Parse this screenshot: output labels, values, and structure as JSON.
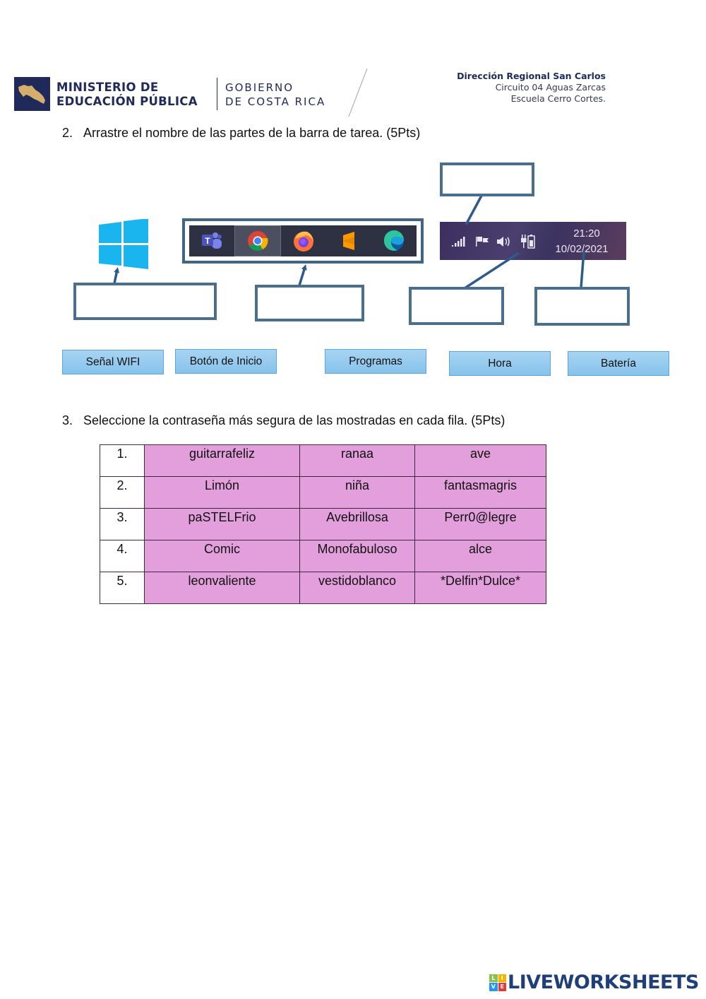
{
  "header": {
    "ministry_line1": "MINISTERIO DE",
    "ministry_line2": "EDUCACIÓN PÚBLICA",
    "government_line1": "GOBIERNO",
    "government_line2": "DE COSTA RICA",
    "region_title": "Dirección Regional San Carlos",
    "region_circuit": "Circuito 04 Aguas Zarcas",
    "region_school": "Escuela Cerro Cortes."
  },
  "question2": {
    "number": "2.",
    "text": "Arrastre el nombre de las partes de la barra de tarea. (5Pts)",
    "taskbar": {
      "apps": [
        "teams-icon",
        "chrome-icon",
        "firefox-icon",
        "sublime-icon",
        "edge-icon"
      ],
      "tray_icons": [
        "signal-icon",
        "flag-icon",
        "speaker-icon",
        "battery-icon"
      ],
      "time": "21:20",
      "date": "10/02/2021"
    },
    "drag_options": [
      {
        "label": "Señal WIFI"
      },
      {
        "label": "Botón de Inicio"
      },
      {
        "label": "Programas"
      },
      {
        "label": "Hora"
      },
      {
        "label": "Batería"
      }
    ],
    "colors": {
      "box_border": "#4a6f8e",
      "chip_fill": "#94c9ef",
      "windows_blue": "#1ab4ee"
    }
  },
  "question3": {
    "number": "3.",
    "text": "Seleccione la contraseña más segura de las mostradas en cada fila. (5Pts)",
    "rows": [
      {
        "index": "1.",
        "options": [
          "guitarrafeliz",
          "ranaa",
          "ave"
        ]
      },
      {
        "index": "2.",
        "options": [
          "Limón",
          "niña",
          "fantasmagris"
        ]
      },
      {
        "index": "3.",
        "options": [
          "paSTELFrio",
          "Avebrillosa",
          "Perr0@legre"
        ]
      },
      {
        "index": "4.",
        "options": [
          "Comic",
          "Monofabuloso",
          "alce"
        ]
      },
      {
        "index": "5.",
        "options": [
          "leonvaliente",
          "vestidoblanco",
          "*Delfin*Dulce*"
        ]
      }
    ],
    "colors": {
      "option_fill": "#e39fdc"
    }
  },
  "footer": {
    "brand": "LIVEWORKSHEETS",
    "brand_tiles": [
      "L",
      "I",
      "V",
      "E"
    ]
  }
}
